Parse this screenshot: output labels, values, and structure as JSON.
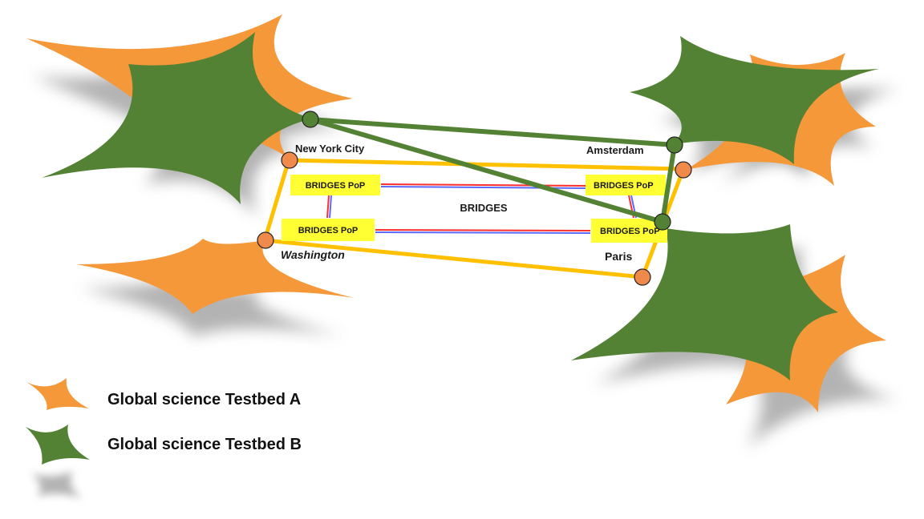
{
  "colors": {
    "testbed_a": "#F5983A",
    "testbed_b": "#548235",
    "shadow": "#9a9a9a",
    "ring": "#FFC000",
    "pop_fill": "#FFFF33",
    "link_red": "#FF2E2E",
    "link_blue": "#5B6BFF"
  },
  "cities": {
    "new_york": "New York City",
    "amsterdam": "Amsterdam",
    "washington": "Washington",
    "paris": "Paris"
  },
  "pops": {
    "nyc": "BRIDGES  PoP",
    "ams": "BRIDGES PoP",
    "was": "BRIDGES PoP",
    "par": "BRIDGES PoP"
  },
  "bridges_label": "BRIDGES",
  "legend": {
    "testbed_a": "Global science Testbed A",
    "testbed_b": "Global science Testbed B"
  }
}
